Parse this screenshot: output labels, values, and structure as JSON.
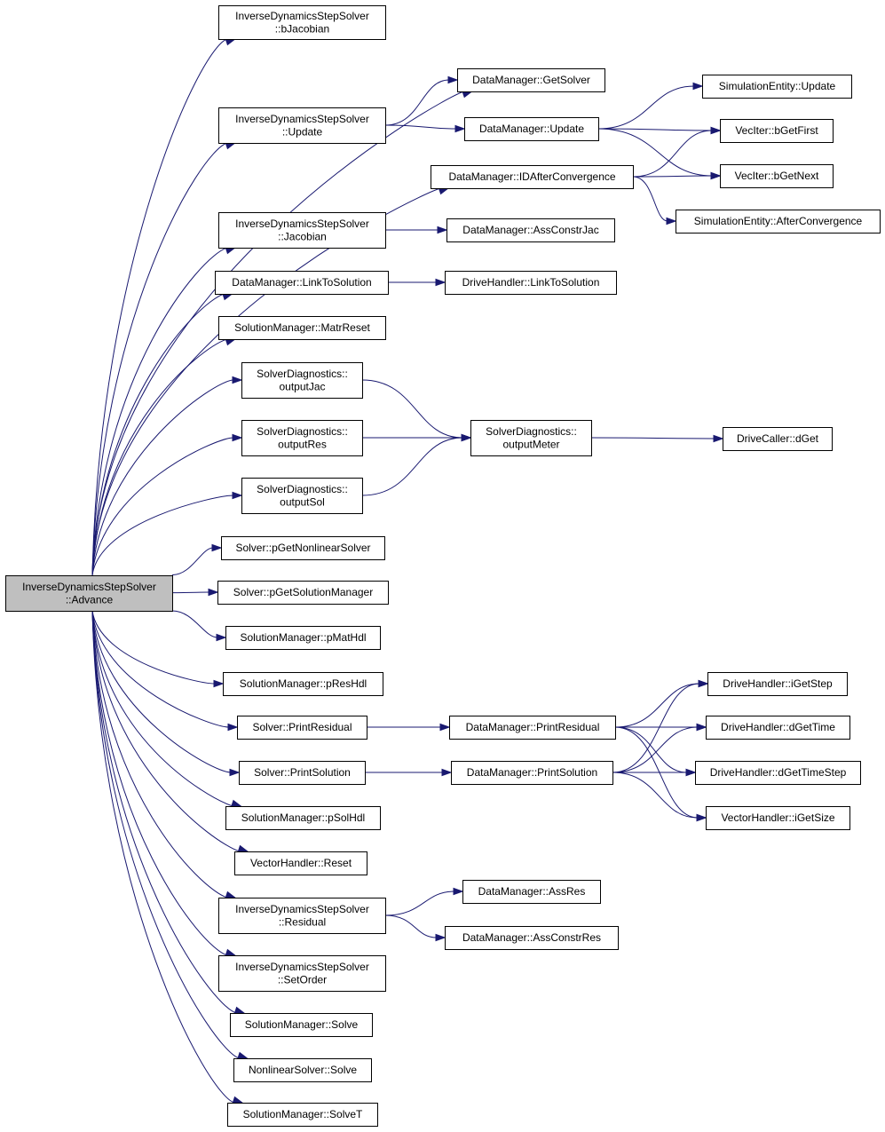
{
  "diagram": {
    "edge_color": "#191970",
    "root_fill": "#bfbfbf",
    "nodes": [
      {
        "id": "advance",
        "lines": [
          "InverseDynamicsStepSolver",
          "::Advance"
        ],
        "root": true
      },
      {
        "id": "bjacobian",
        "lines": [
          "InverseDynamicsStepSolver",
          "::bJacobian"
        ]
      },
      {
        "id": "ids_update",
        "lines": [
          "InverseDynamicsStepSolver",
          "::Update"
        ]
      },
      {
        "id": "ids_jacobian",
        "lines": [
          "InverseDynamicsStepSolver",
          "::Jacobian"
        ]
      },
      {
        "id": "dm_linktosolution",
        "lines": [
          "DataManager::LinkToSolution"
        ]
      },
      {
        "id": "sm_matrreset",
        "lines": [
          "SolutionManager::MatrReset"
        ]
      },
      {
        "id": "sd_outputjac",
        "lines": [
          "SolverDiagnostics::",
          "outputJac"
        ]
      },
      {
        "id": "sd_outputres",
        "lines": [
          "SolverDiagnostics::",
          "outputRes"
        ]
      },
      {
        "id": "sd_outputsol",
        "lines": [
          "SolverDiagnostics::",
          "outputSol"
        ]
      },
      {
        "id": "s_pgetnonlinear",
        "lines": [
          "Solver::pGetNonlinearSolver"
        ]
      },
      {
        "id": "s_pgetsolman",
        "lines": [
          "Solver::pGetSolutionManager"
        ]
      },
      {
        "id": "sm_pmathdl",
        "lines": [
          "SolutionManager::pMatHdl"
        ]
      },
      {
        "id": "sm_preshdl",
        "lines": [
          "SolutionManager::pResHdl"
        ]
      },
      {
        "id": "s_printresidual",
        "lines": [
          "Solver::PrintResidual"
        ]
      },
      {
        "id": "s_printsolution",
        "lines": [
          "Solver::PrintSolution"
        ]
      },
      {
        "id": "sm_psolhdl",
        "lines": [
          "SolutionManager::pSolHdl"
        ]
      },
      {
        "id": "vh_reset",
        "lines": [
          "VectorHandler::Reset"
        ]
      },
      {
        "id": "ids_residual",
        "lines": [
          "InverseDynamicsStepSolver",
          "::Residual"
        ]
      },
      {
        "id": "ids_setorder",
        "lines": [
          "InverseDynamicsStepSolver",
          "::SetOrder"
        ]
      },
      {
        "id": "sm_solve",
        "lines": [
          "SolutionManager::Solve"
        ]
      },
      {
        "id": "ns_solve",
        "lines": [
          "NonlinearSolver::Solve"
        ]
      },
      {
        "id": "sm_solvet",
        "lines": [
          "SolutionManager::SolveT"
        ]
      },
      {
        "id": "dm_getsolver",
        "lines": [
          "DataManager::GetSolver"
        ]
      },
      {
        "id": "dm_update",
        "lines": [
          "DataManager::Update"
        ]
      },
      {
        "id": "dm_idafterconv",
        "lines": [
          "DataManager::IDAfterConvergence"
        ]
      },
      {
        "id": "dm_assconstrjac",
        "lines": [
          "DataManager::AssConstrJac"
        ]
      },
      {
        "id": "dh_linktosolution",
        "lines": [
          "DriveHandler::LinkToSolution"
        ]
      },
      {
        "id": "sd_outputmeter",
        "lines": [
          "SolverDiagnostics::",
          "outputMeter"
        ]
      },
      {
        "id": "dm_printresidual",
        "lines": [
          "DataManager::PrintResidual"
        ]
      },
      {
        "id": "dm_printsolution",
        "lines": [
          "DataManager::PrintSolution"
        ]
      },
      {
        "id": "dm_assres",
        "lines": [
          "DataManager::AssRes"
        ]
      },
      {
        "id": "dm_assconstrres",
        "lines": [
          "DataManager::AssConstrRes"
        ]
      },
      {
        "id": "se_update",
        "lines": [
          "SimulationEntity::Update"
        ]
      },
      {
        "id": "vi_bgetfirst",
        "lines": [
          "VecIter::bGetFirst"
        ]
      },
      {
        "id": "vi_bgetnext",
        "lines": [
          "VecIter::bGetNext"
        ]
      },
      {
        "id": "se_afterconv",
        "lines": [
          "SimulationEntity::AfterConvergence"
        ]
      },
      {
        "id": "dc_dget",
        "lines": [
          "DriveCaller::dGet"
        ]
      },
      {
        "id": "dh_igetstep",
        "lines": [
          "DriveHandler::iGetStep"
        ]
      },
      {
        "id": "dh_dgettime",
        "lines": [
          "DriveHandler::dGetTime"
        ]
      },
      {
        "id": "dh_dgettimestep",
        "lines": [
          "DriveHandler::dGetTimeStep"
        ]
      },
      {
        "id": "vh_igetsize",
        "lines": [
          "VectorHandler::iGetSize"
        ]
      }
    ],
    "edges": [
      {
        "from": "advance",
        "to": "bjacobian"
      },
      {
        "from": "advance",
        "to": "dm_getsolver"
      },
      {
        "from": "advance",
        "to": "ids_update"
      },
      {
        "from": "advance",
        "to": "dm_idafterconv"
      },
      {
        "from": "advance",
        "to": "ids_jacobian"
      },
      {
        "from": "advance",
        "to": "dm_linktosolution"
      },
      {
        "from": "advance",
        "to": "sm_matrreset"
      },
      {
        "from": "advance",
        "to": "sd_outputjac"
      },
      {
        "from": "advance",
        "to": "sd_outputres"
      },
      {
        "from": "advance",
        "to": "sd_outputsol"
      },
      {
        "from": "advance",
        "to": "s_pgetnonlinear"
      },
      {
        "from": "advance",
        "to": "s_pgetsolman"
      },
      {
        "from": "advance",
        "to": "sm_pmathdl"
      },
      {
        "from": "advance",
        "to": "sm_preshdl"
      },
      {
        "from": "advance",
        "to": "s_printresidual"
      },
      {
        "from": "advance",
        "to": "s_printsolution"
      },
      {
        "from": "advance",
        "to": "sm_psolhdl"
      },
      {
        "from": "advance",
        "to": "vh_reset"
      },
      {
        "from": "advance",
        "to": "ids_residual"
      },
      {
        "from": "advance",
        "to": "ids_setorder"
      },
      {
        "from": "advance",
        "to": "sm_solve"
      },
      {
        "from": "advance",
        "to": "ns_solve"
      },
      {
        "from": "advance",
        "to": "sm_solvet"
      },
      {
        "from": "ids_update",
        "to": "dm_getsolver"
      },
      {
        "from": "ids_update",
        "to": "dm_update"
      },
      {
        "from": "dm_update",
        "to": "se_update"
      },
      {
        "from": "dm_update",
        "to": "vi_bgetfirst"
      },
      {
        "from": "dm_update",
        "to": "vi_bgetnext"
      },
      {
        "from": "dm_idafterconv",
        "to": "vi_bgetfirst"
      },
      {
        "from": "dm_idafterconv",
        "to": "vi_bgetnext"
      },
      {
        "from": "dm_idafterconv",
        "to": "se_afterconv"
      },
      {
        "from": "ids_jacobian",
        "to": "dm_assconstrjac"
      },
      {
        "from": "dm_linktosolution",
        "to": "dh_linktosolution"
      },
      {
        "from": "sd_outputjac",
        "to": "sd_outputmeter"
      },
      {
        "from": "sd_outputres",
        "to": "sd_outputmeter"
      },
      {
        "from": "sd_outputsol",
        "to": "sd_outputmeter"
      },
      {
        "from": "sd_outputmeter",
        "to": "dc_dget"
      },
      {
        "from": "s_printresidual",
        "to": "dm_printresidual"
      },
      {
        "from": "s_printsolution",
        "to": "dm_printsolution"
      },
      {
        "from": "dm_printresidual",
        "to": "dh_igetstep"
      },
      {
        "from": "dm_printresidual",
        "to": "dh_dgettime"
      },
      {
        "from": "dm_printresidual",
        "to": "dh_dgettimestep"
      },
      {
        "from": "dm_printresidual",
        "to": "vh_igetsize"
      },
      {
        "from": "dm_printsolution",
        "to": "dh_igetstep"
      },
      {
        "from": "dm_printsolution",
        "to": "dh_dgettime"
      },
      {
        "from": "dm_printsolution",
        "to": "dh_dgettimestep"
      },
      {
        "from": "dm_printsolution",
        "to": "vh_igetsize"
      },
      {
        "from": "ids_residual",
        "to": "dm_assres"
      },
      {
        "from": "ids_residual",
        "to": "dm_assconstrres"
      }
    ]
  }
}
